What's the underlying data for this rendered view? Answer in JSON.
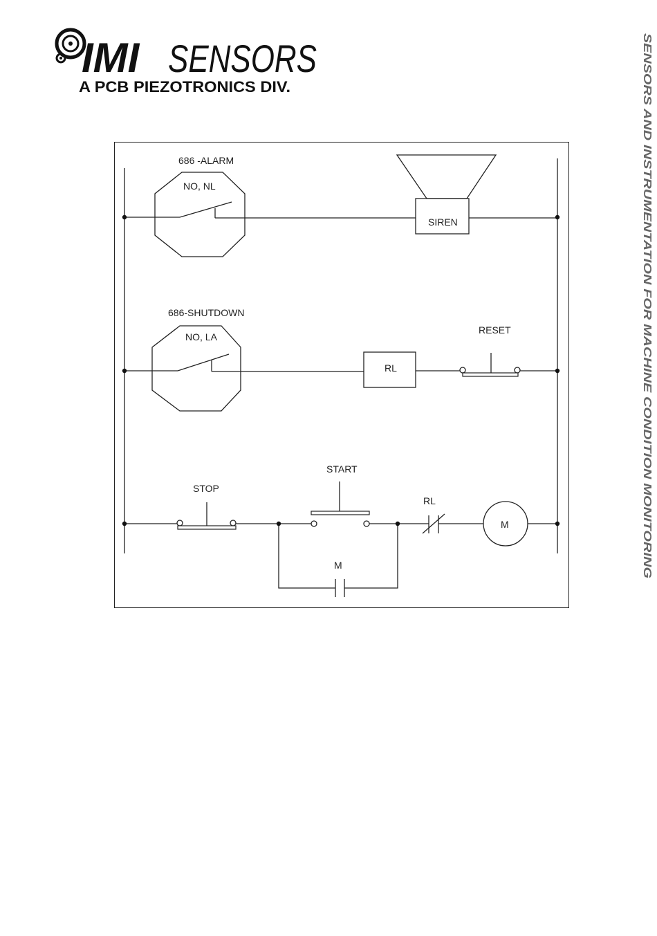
{
  "header": {
    "brand_prefix": "IMI",
    "brand_suffix": "SENSORS",
    "brand_tagline": "A PCB PIEZOTRONICS DIV.",
    "logo_icon": "gear-icon"
  },
  "sidebar": {
    "vertical_text": "SENSORS AND INSTRUMENTATION FOR MACHINE CONDITION MONITORING"
  },
  "diagram": {
    "rung1": {
      "switch_title": "686 -ALARM",
      "switch_contact": "NO, NL",
      "load_label": "SIREN"
    },
    "rung2": {
      "switch_title": "686-SHUTDOWN",
      "switch_contact": "NO, LA",
      "relay_label": "RL",
      "reset_label": "RESET"
    },
    "rung3": {
      "stop_label": "STOP",
      "start_label": "START",
      "relay_contact_label": "RL",
      "motor_label": "M",
      "seal_in_label": "M"
    }
  }
}
